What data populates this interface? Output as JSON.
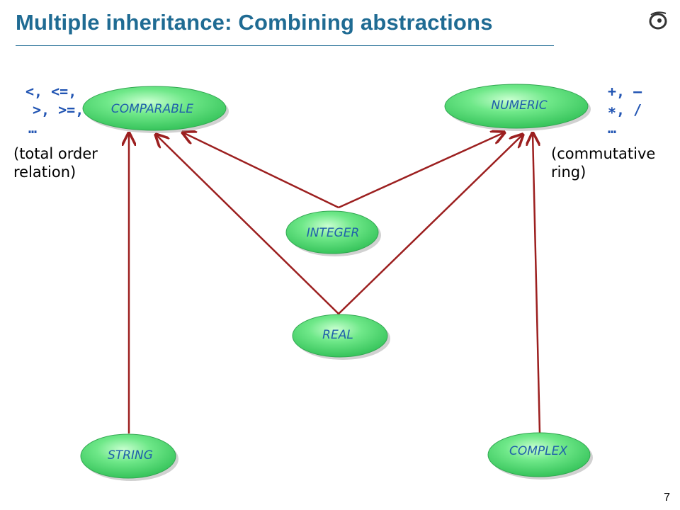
{
  "slide": {
    "title": "Multiple inheritance: Combining abstractions",
    "page_number": "7",
    "accent_color": "#1f6b93"
  },
  "nodes": {
    "comparable": "COMPARABLE",
    "numeric": "NUMERIC",
    "integer": "INTEGER",
    "real": "REAL",
    "string": "STRING",
    "complex": "COMPLEX"
  },
  "annotations": {
    "comparable_ops_line1": "<, <=,",
    "comparable_ops_line2": ">, >=,",
    "comparable_ops_line3": "…",
    "comparable_note_line1": "(total order",
    "comparable_note_line2": "relation)",
    "numeric_ops_line1": "+, –",
    "numeric_ops_line2": "∗, /",
    "numeric_ops_line3": "…",
    "numeric_note_line1": "(commutative",
    "numeric_note_line2": "ring)"
  },
  "inheritance_edges": [
    {
      "from": "INTEGER",
      "to": "COMPARABLE"
    },
    {
      "from": "INTEGER",
      "to": "NUMERIC"
    },
    {
      "from": "REAL",
      "to": "COMPARABLE"
    },
    {
      "from": "REAL",
      "to": "NUMERIC"
    },
    {
      "from": "STRING",
      "to": "COMPARABLE"
    },
    {
      "from": "COMPLEX",
      "to": "NUMERIC"
    }
  ],
  "colors": {
    "node_fill": "#5ee07a",
    "node_label": "#1f5faa",
    "arrow": "#9c1f1f",
    "ops_text": "#2255b3"
  },
  "icons": {
    "logo": "eiffel-logo-icon"
  }
}
